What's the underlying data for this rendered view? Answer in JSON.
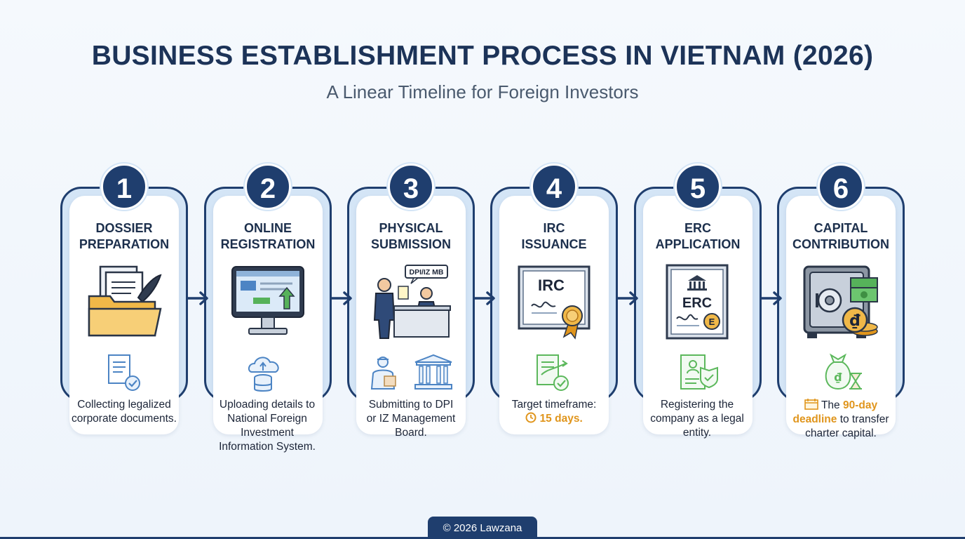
{
  "header": {
    "title": "BUSINESS ESTABLISHMENT PROCESS IN VIETNAM (2026)",
    "subtitle": "A Linear Timeline for Foreign Investors"
  },
  "steps": [
    {
      "number": "1",
      "title_line1": "DOSSIER",
      "title_line2": "PREPARATION",
      "illustration": "folder-documents-quill",
      "icon": "document-check-icon",
      "desc_lines": [
        "Collecting legalized",
        "corporate documents."
      ]
    },
    {
      "number": "2",
      "title_line1": "ONLINE",
      "title_line2": "REGISTRATION",
      "illustration": "computer-monitor-upload",
      "icon": "cloud-database-icon",
      "desc_lines": [
        "Uploading details to",
        "National Foreign",
        "Investment",
        "Information System."
      ]
    },
    {
      "number": "3",
      "title_line1": "PHYSICAL",
      "title_line2": "SUBMISSION",
      "illustration": "service-counter",
      "illustration_sign": "DPI/IZ MB",
      "icon": "courier-government-building-icon",
      "desc_lines": [
        "Submitting to DPI",
        "or IZ Management",
        "Board."
      ]
    },
    {
      "number": "4",
      "title_line1": "IRC",
      "title_line2": "ISSUANCE",
      "illustration": "certificate-irc",
      "illustration_label": "IRC",
      "icon": "document-timeline-check-icon",
      "desc_line1": "Target timeframe:",
      "desc_highlight": "15 days."
    },
    {
      "number": "5",
      "title_line1": "ERC",
      "title_line2": "APPLICATION",
      "illustration": "certificate-erc",
      "illustration_label": "ERC",
      "illustration_seal": "E",
      "icon": "id-shield-icon",
      "desc_lines": [
        "Registering the",
        "company as a legal",
        "entity."
      ]
    },
    {
      "number": "6",
      "title_line1": "CAPITAL",
      "title_line2": "CONTRIBUTION",
      "illustration": "safe-money-dong",
      "illustration_coin": "₫",
      "icon": "moneybag-hourglass-icon",
      "icon_coin": "₫",
      "desc_pre": "The",
      "desc_highlight1": "90-day",
      "desc_highlight2": "deadline",
      "desc_post": "to transfer",
      "desc_line3": "charter capital."
    }
  ],
  "footer": {
    "text": "© 2026 Lawzana"
  },
  "colors": {
    "navy": "#1f3e6e",
    "panel": "#d4e5f6",
    "highlight": "#e0951c",
    "green_icon": "#5cb85c"
  }
}
